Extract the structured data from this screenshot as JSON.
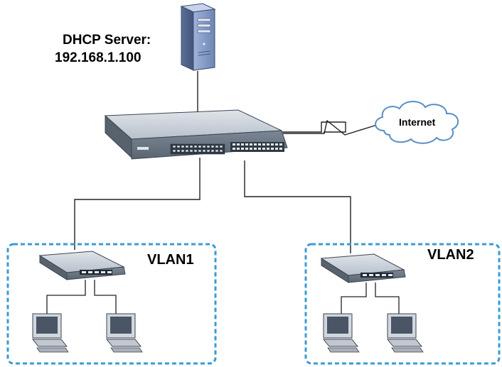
{
  "dhcp_server": {
    "label_line1": "DHCP Server:",
    "label_line2": "192.168.1.100"
  },
  "internet": {
    "label": "Internet"
  },
  "vlans": [
    {
      "label": "VLAN1"
    },
    {
      "label": "VLAN2"
    }
  ],
  "colors": {
    "vlan_border": "#3a9bd5",
    "cloud_outline": "#5b8fc4",
    "server_body": "#8fa6cf",
    "switch_body": "#c8d0da",
    "monitor_screen": "#4a5566"
  }
}
